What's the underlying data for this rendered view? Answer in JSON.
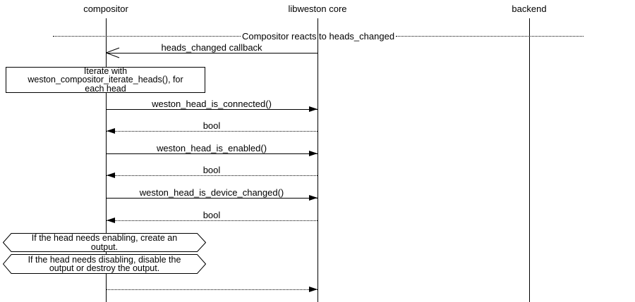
{
  "participants": [
    {
      "name": "compositor"
    },
    {
      "name": "libweston core"
    },
    {
      "name": "backend"
    }
  ],
  "divider": {
    "label": "Compositor reacts to heads_changed"
  },
  "messages": [
    {
      "label": "heads_changed callback",
      "from": "libweston core",
      "to": "compositor",
      "type": "callback"
    },
    {
      "label": "weston_head_is_connected()",
      "from": "compositor",
      "to": "libweston core",
      "type": "call"
    },
    {
      "label": "bool",
      "from": "libweston core",
      "to": "compositor",
      "type": "return"
    },
    {
      "label": "weston_head_is_enabled()",
      "from": "compositor",
      "to": "libweston core",
      "type": "call"
    },
    {
      "label": "bool",
      "from": "libweston core",
      "to": "compositor",
      "type": "return"
    },
    {
      "label": "weston_head_is_device_changed()",
      "from": "compositor",
      "to": "libweston core",
      "type": "call"
    },
    {
      "label": "bool",
      "from": "libweston core",
      "to": "compositor",
      "type": "return"
    },
    {
      "label": "",
      "from": "compositor",
      "to": "libweston core",
      "type": "dotted-call"
    }
  ],
  "notes": [
    {
      "shape": "rect",
      "lines": [
        "Iterate with",
        "weston_compositor_iterate_heads(), for",
        "each head"
      ]
    },
    {
      "shape": "hexagon",
      "lines": [
        "If the head needs enabling, create an",
        "output."
      ]
    },
    {
      "shape": "hexagon",
      "lines": [
        "If the head needs disabling, disable the",
        "output or destroy the output."
      ]
    }
  ],
  "colors": {
    "line": "#000000",
    "text": "#000000",
    "background": "#ffffff"
  }
}
